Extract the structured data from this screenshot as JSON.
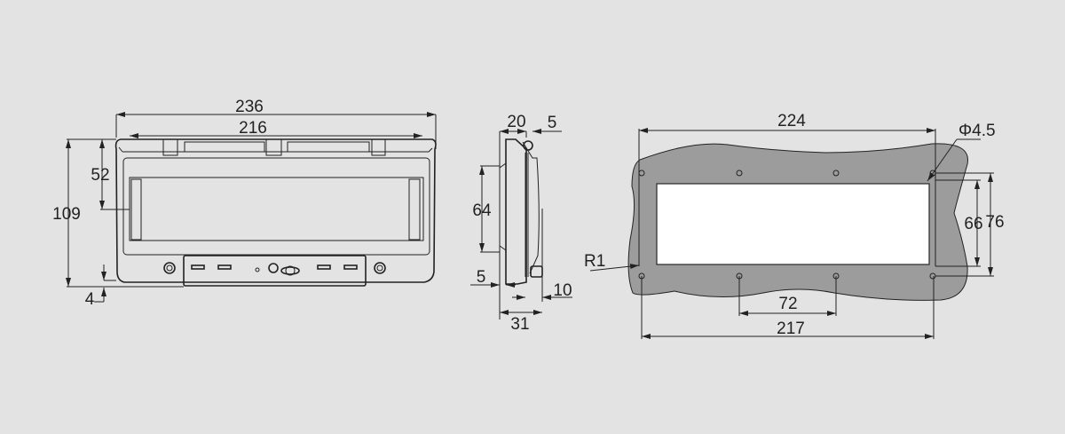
{
  "front_view": {
    "dim_overall_width": "236",
    "dim_inner_width": "216",
    "dim_height": "109",
    "dim_window_offset": "52",
    "dim_bottom_offset": "4"
  },
  "side_view": {
    "dim_depth": "20",
    "dim_lid": "5",
    "dim_window_height": "64",
    "dim_flange": "5",
    "dim_gland": "10",
    "dim_total_depth": "31"
  },
  "cutout_view": {
    "dim_width": "224",
    "dim_hole_diameter": "Φ4.5",
    "dim_cutout_height": "66",
    "dim_hole_spacing_vertical": "76",
    "dim_hole_pitch": "72",
    "dim_hole_spacing_horizontal": "217",
    "dim_corner_radius": "R1"
  },
  "colors": {
    "background": "#e3e3e3",
    "panel": "#9c9c9c",
    "cutout": "#ffffff",
    "body": "#f2f2f2"
  }
}
